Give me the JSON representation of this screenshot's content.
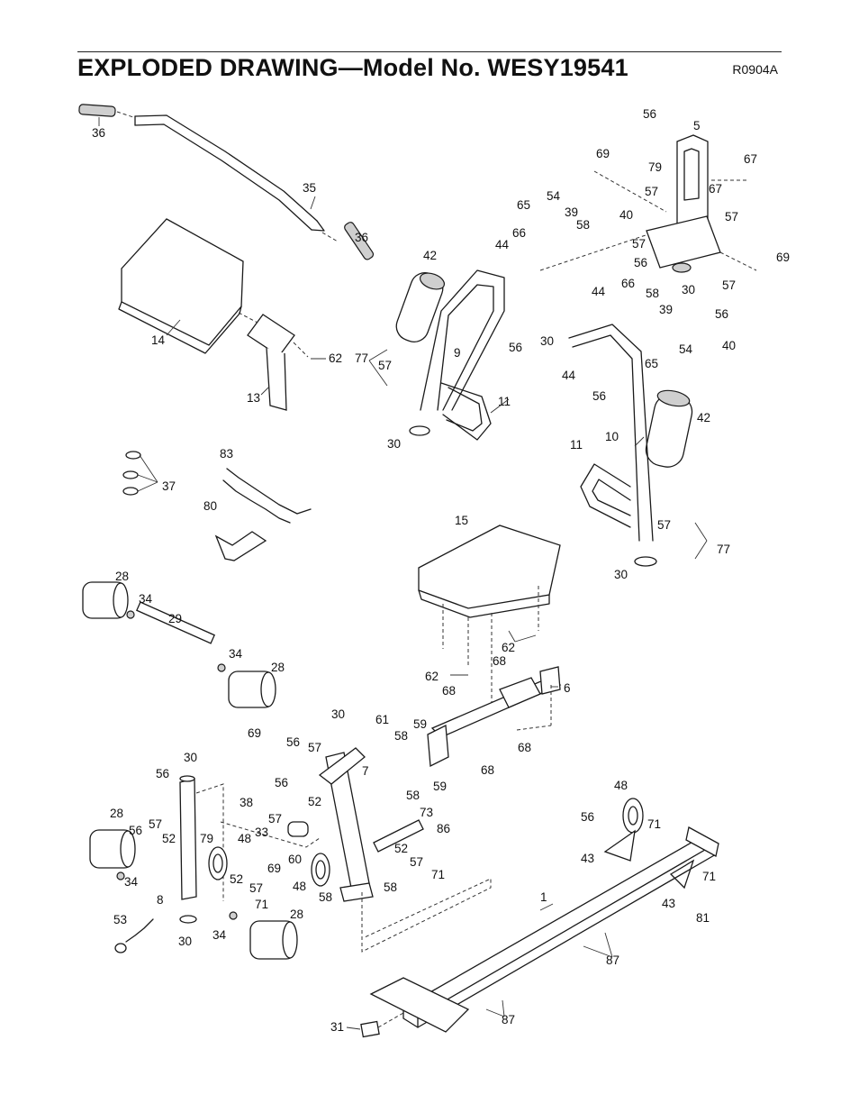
{
  "header": {
    "title": "EXPLODED DRAWING—Model No. WESY19541",
    "code": "R0904A"
  },
  "callouts": [
    "36",
    "35",
    "36",
    "14",
    "13",
    "62",
    "42",
    "9",
    "77",
    "57",
    "11",
    "30",
    "56",
    "44",
    "66",
    "65",
    "54",
    "39",
    "58",
    "40",
    "69",
    "56",
    "5",
    "67",
    "79",
    "57",
    "67",
    "57",
    "57",
    "56",
    "30",
    "57",
    "56",
    "69",
    "40",
    "44",
    "66",
    "58",
    "39",
    "54",
    "65",
    "44",
    "56",
    "30",
    "42",
    "10",
    "11",
    "57",
    "77",
    "30",
    "37",
    "83",
    "80",
    "28",
    "34",
    "29",
    "34",
    "28",
    "15",
    "62",
    "62",
    "68",
    "6",
    "68",
    "68",
    "68",
    "30",
    "61",
    "59",
    "58",
    "59",
    "58",
    "69",
    "56",
    "57",
    "7",
    "30",
    "56",
    "38",
    "56",
    "52",
    "57",
    "28",
    "56",
    "57",
    "52",
    "79",
    "33",
    "48",
    "60",
    "69",
    "73",
    "86",
    "52",
    "57",
    "71",
    "48",
    "58",
    "58",
    "34",
    "52",
    "57",
    "71",
    "8",
    "53",
    "30",
    "34",
    "28",
    "48",
    "56",
    "71",
    "43",
    "71",
    "43",
    "81",
    "1",
    "87",
    "87",
    "31"
  ]
}
